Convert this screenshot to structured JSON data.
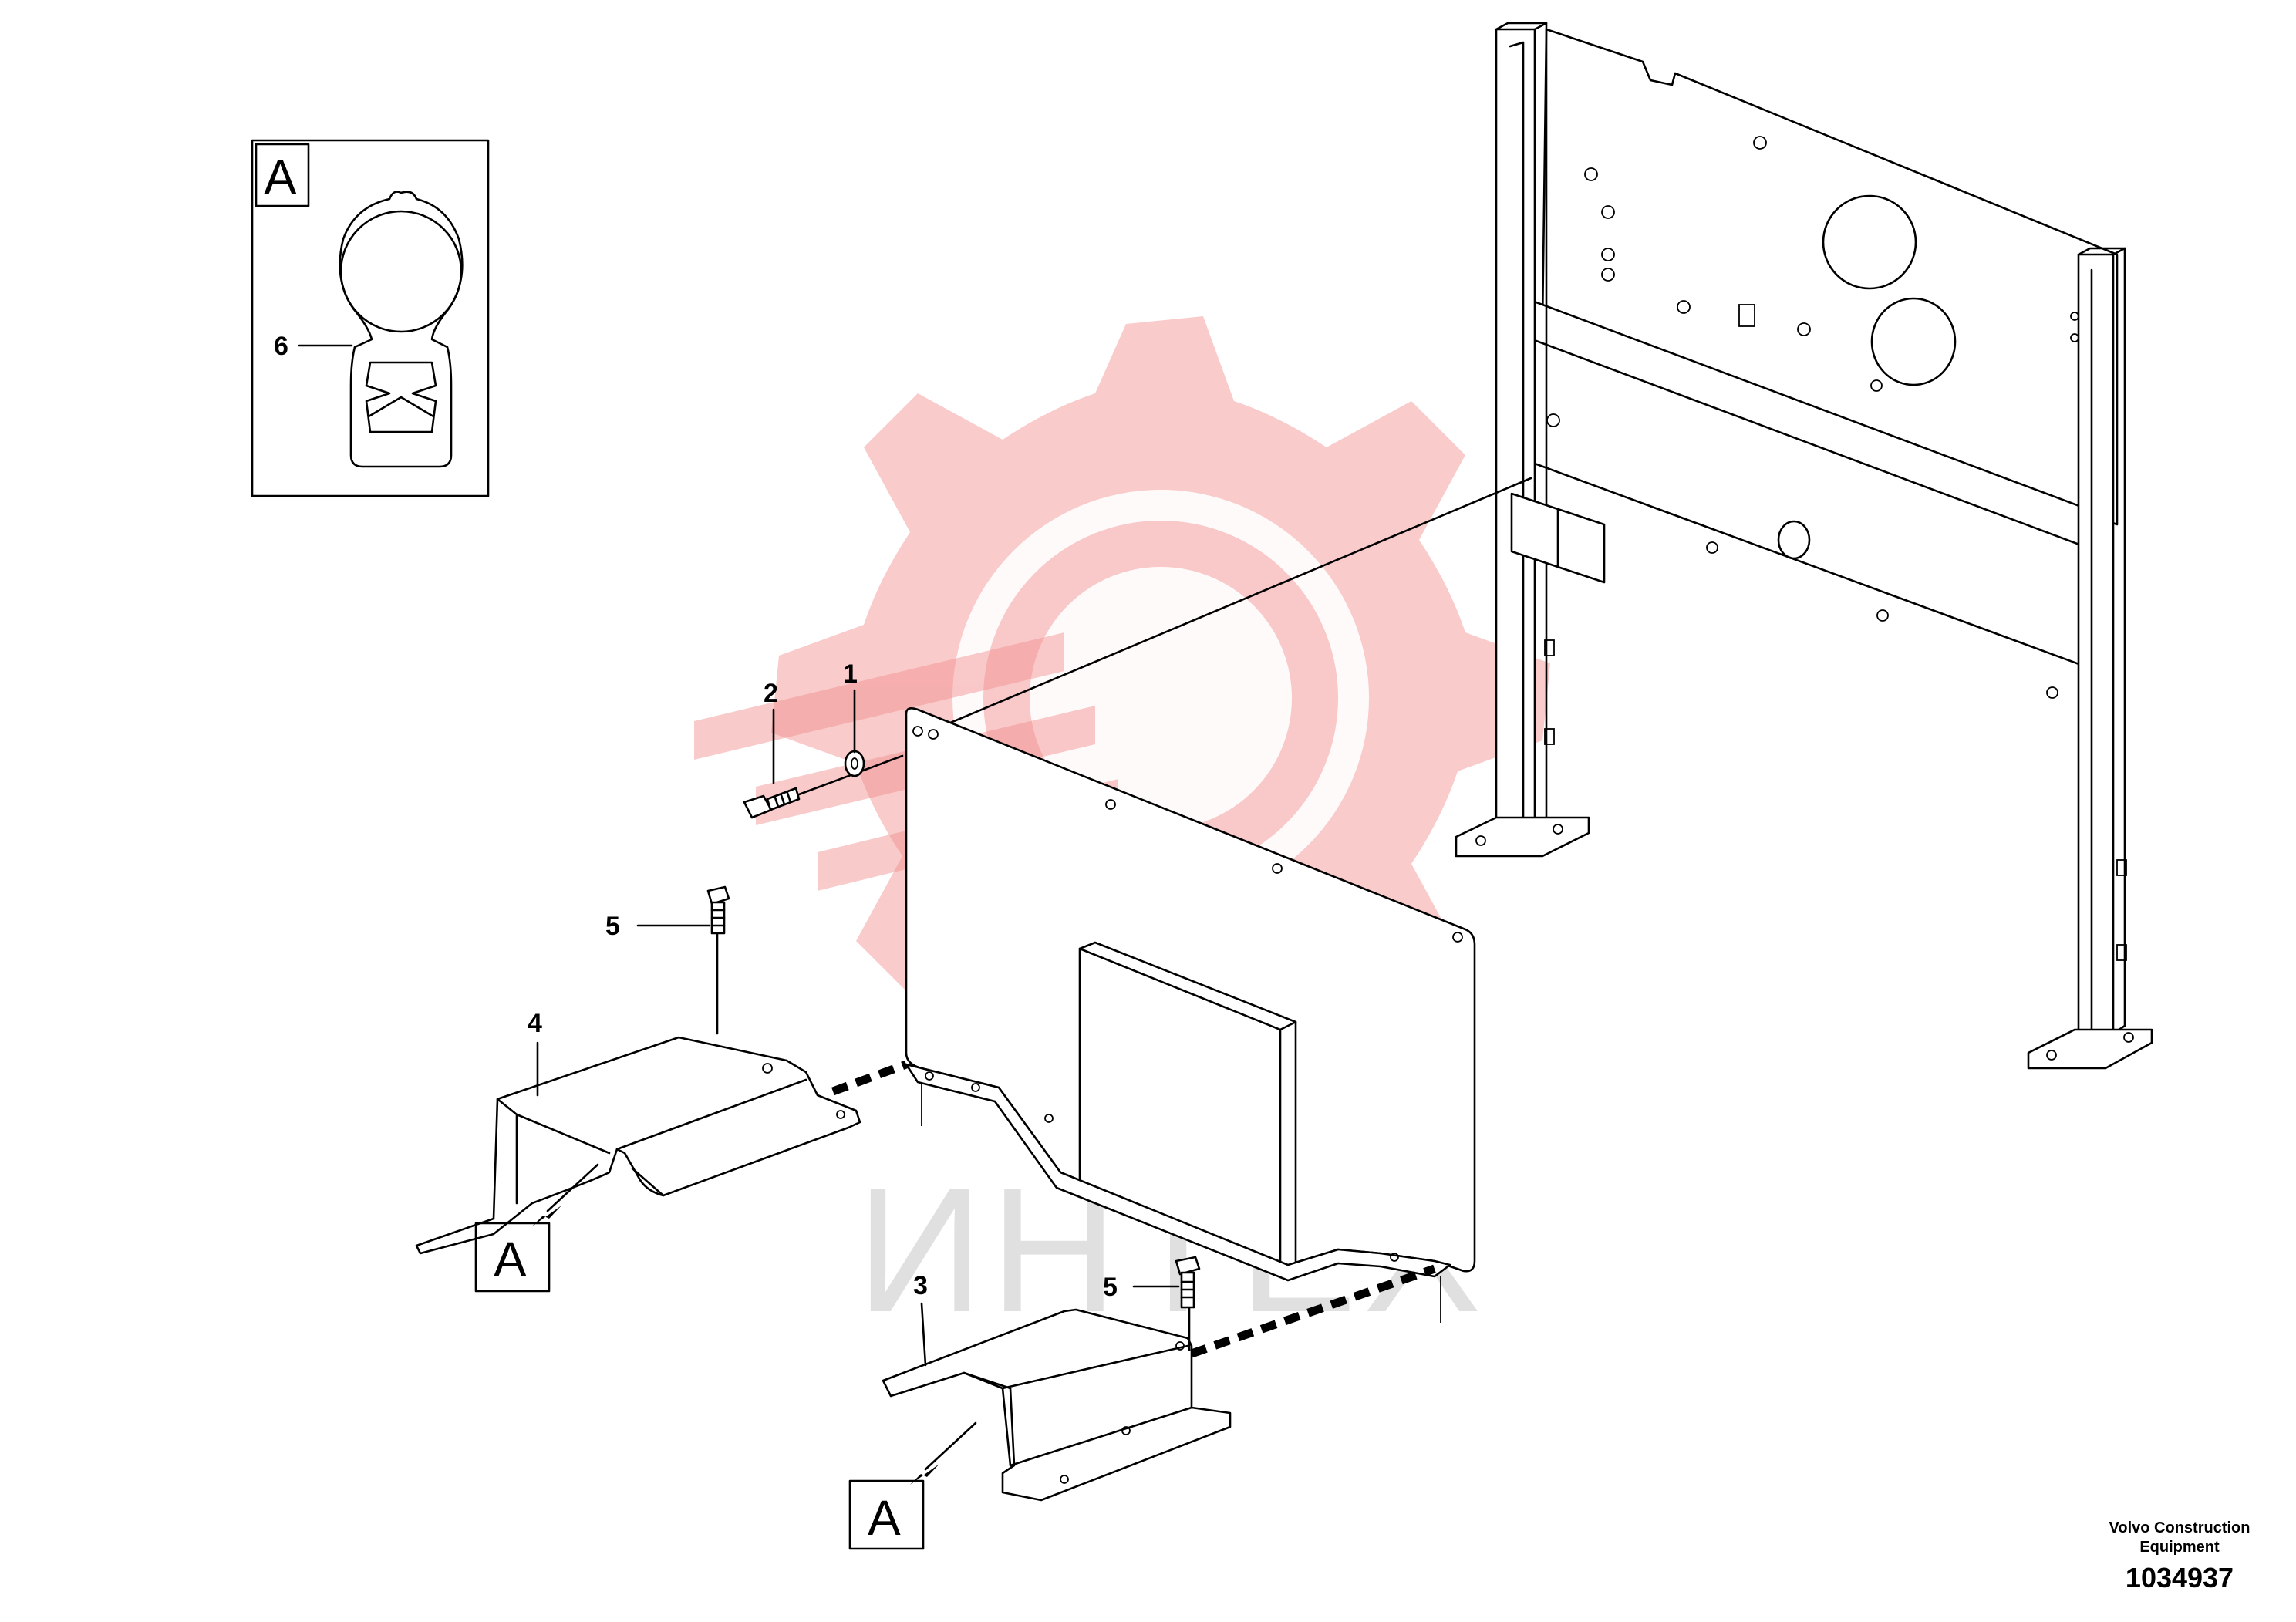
{
  "watermark": {
    "text": "ИНТЕХ",
    "color": "#f28b8b"
  },
  "detail_view": {
    "label": "A",
    "item": "6"
  },
  "callouts": [
    {
      "id": "callout-1",
      "number": "1"
    },
    {
      "id": "callout-2",
      "number": "2"
    },
    {
      "id": "callout-3",
      "number": "3"
    },
    {
      "id": "callout-4",
      "number": "4"
    },
    {
      "id": "callout-5a",
      "number": "5"
    },
    {
      "id": "callout-5b",
      "number": "5"
    }
  ],
  "section_refs": [
    {
      "id": "section-ref-a-left",
      "label": "A"
    },
    {
      "id": "section-ref-a-bottom",
      "label": "A"
    }
  ],
  "footer": {
    "company_line1": "Volvo Construction",
    "company_line2": "Equipment",
    "figure_number": "1034937"
  }
}
